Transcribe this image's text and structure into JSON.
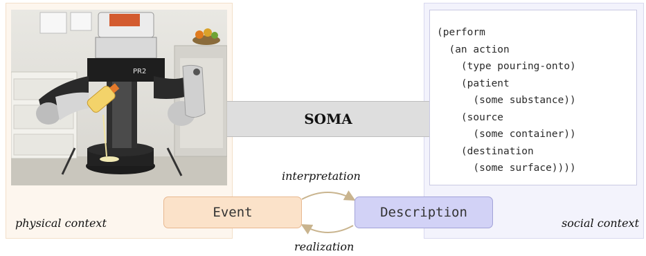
{
  "soma": {
    "label": "SOMA"
  },
  "physical_context": {
    "label": "physical context"
  },
  "social_context": {
    "label": "social context"
  },
  "event": {
    "label": "Event"
  },
  "description": {
    "label": "Description"
  },
  "arrows": {
    "interpretation": "interpretation",
    "realization": "realization"
  },
  "robot": {
    "badge": "PR2"
  },
  "code": {
    "lines": [
      "(perform",
      "  (an action",
      "    (type pouring-onto)",
      "    (patient",
      "      (some substance))",
      "    (source",
      "      (some container))",
      "    (destination",
      "      (some surface))))"
    ]
  },
  "colors": {
    "physical_bg": "#fdf6ee",
    "social_bg": "#f3f3fc",
    "event_fill": "#fbe2c9",
    "description_fill": "#d2d2f6",
    "arrow": "#c9b48e",
    "soma_band": "#dedede"
  }
}
